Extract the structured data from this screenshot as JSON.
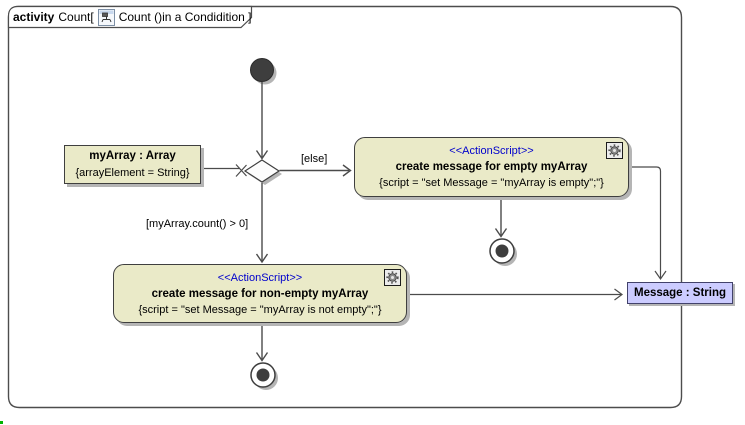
{
  "frame": {
    "keyword": "activity",
    "title_before_icon": "Count[",
    "title_after_icon": "Count ()in a Condidition ]",
    "diagram_icon": "activity-diagram-icon"
  },
  "nodes": {
    "initial": {
      "type": "initial-node"
    },
    "decision": {
      "type": "decision-node"
    },
    "myarray": {
      "name": "myArray : Array",
      "constraint": "{arrayElement = String}"
    },
    "action_empty": {
      "stereotype": "<<ActionScript>>",
      "name": "create message for empty myArray",
      "script": "{script = \"set Message = \"myArray is empty\";\"}",
      "corner_icon": "gear-icon"
    },
    "action_nonempty": {
      "stereotype": "<<ActionScript>>",
      "name": "create message for non-empty myArray",
      "script": "{script = \"set Message = \"myArray is not empty\";\"}",
      "corner_icon": "gear-icon"
    },
    "message": {
      "name": "Message : String"
    },
    "final_empty_branch": {
      "type": "activity-final-node"
    },
    "final_nonempty_branch": {
      "type": "activity-final-node"
    }
  },
  "edges": {
    "else_label": "[else]",
    "count_label": "[myArray.count() > 0]"
  },
  "colors": {
    "action_fill": "#eaeac8",
    "object_fill": "#ccccff",
    "stereotype_text": "#0000cc",
    "edge": "#4b4b4b",
    "shadow": "#b5b5b5",
    "frame_border": "#4d4d4d"
  }
}
